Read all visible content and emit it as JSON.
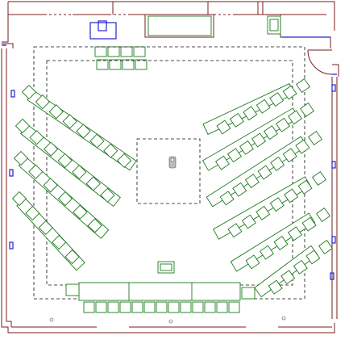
{
  "plan": {
    "wall_color": "#7a1d1d",
    "window_color": "#2222cc",
    "furniture_color": "#1d7a1d",
    "guide_color": "#111111",
    "elements": [
      "exterior-walls",
      "entry-door",
      "front-desk",
      "desk-chairs",
      "seating-left-diagonal",
      "seating-right-diagonal",
      "central-focus-zone",
      "podium",
      "bottom-table-row",
      "bottom-chair-row",
      "dashed-layout-guides"
    ]
  }
}
